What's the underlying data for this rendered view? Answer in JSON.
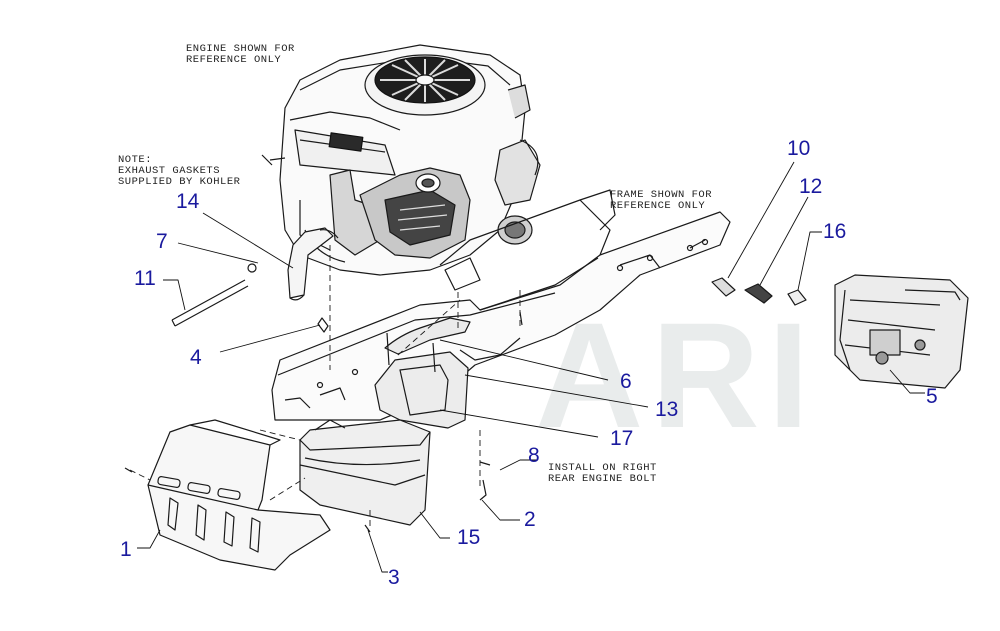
{
  "notes": {
    "engine": [
      "ENGINE SHOWN FOR",
      "REFERENCE ONLY"
    ],
    "exhaust": [
      "NOTE:",
      "EXHAUST GASKETS",
      "SUPPLIED BY KOHLER"
    ],
    "frame": [
      "FRAME SHOWN FOR",
      "REFERENCE ONLY"
    ],
    "install": [
      "INSTALL ON RIGHT",
      "REAR ENGINE BOLT"
    ]
  },
  "watermark": "ARI",
  "callouts": {
    "c1": "1",
    "c2": "2",
    "c3": "3",
    "c4": "4",
    "c5": "5",
    "c6": "6",
    "c7": "7",
    "c8": "8",
    "c10": "10",
    "c11": "11",
    "c12": "12",
    "c13": "13",
    "c14": "14",
    "c15": "15",
    "c16": "16",
    "c17": "17"
  },
  "colors": {
    "callout": "#1a1a9e",
    "line": "#1a1a1a",
    "watermark": "#e9ecec"
  }
}
